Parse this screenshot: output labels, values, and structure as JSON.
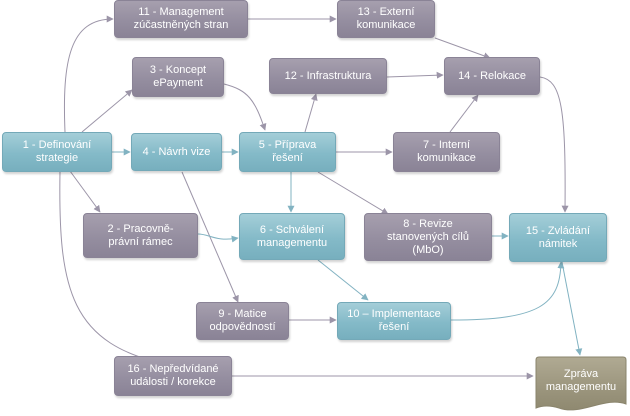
{
  "colors": {
    "gray_node": "#958ea0",
    "teal_node": "#84bac8",
    "output_node": "#9b957d",
    "gray_edge": "#9c95a8",
    "teal_edge": "#82b3c2"
  },
  "nodes": {
    "n1": {
      "label": "1 - Definování\nstrategie",
      "style": "teal"
    },
    "n2": {
      "label": "2 - Pracovně-\nprávní rámec",
      "style": "gray"
    },
    "n3": {
      "label": "3 - Koncept\nePayment",
      "style": "gray"
    },
    "n4": {
      "label": "4 - Návrh vize",
      "style": "teal"
    },
    "n5": {
      "label": "5 - Příprava\nřešení",
      "style": "teal"
    },
    "n6": {
      "label": "6 - Schválení\nmanagementu",
      "style": "teal"
    },
    "n7": {
      "label": "7 - Interní\nkomunikace",
      "style": "gray"
    },
    "n8": {
      "label": "8 - Revize\nstanovených cílů\n(MbO)",
      "style": "gray"
    },
    "n9": {
      "label": "9 - Matice\nodpovědností",
      "style": "gray"
    },
    "n10": {
      "label": "10 – Implementace\nřešení",
      "style": "teal"
    },
    "n11": {
      "label": "11 - Management\nzúčastněných stran",
      "style": "gray"
    },
    "n12": {
      "label": "12 - Infrastruktura",
      "style": "gray"
    },
    "n13": {
      "label": "13 - Externí\nkomunikace",
      "style": "gray"
    },
    "n14": {
      "label": "14 - Relokace",
      "style": "gray"
    },
    "n15": {
      "label": "15 - Zvládání\nnámitek",
      "style": "teal"
    },
    "n16": {
      "label": "16 - Nepředvídané\nudálosti / korekce",
      "style": "gray"
    },
    "out": {
      "label": "Zpráva\nmanagementu",
      "style": "olive"
    }
  },
  "edges": [
    {
      "from": "n1",
      "to": "n11"
    },
    {
      "from": "n1",
      "to": "n3"
    },
    {
      "from": "n1",
      "to": "n4"
    },
    {
      "from": "n1",
      "to": "n2"
    },
    {
      "from": "n1",
      "to": "n16"
    },
    {
      "from": "n3",
      "to": "n5"
    },
    {
      "from": "n4",
      "to": "n5"
    },
    {
      "from": "n4",
      "to": "n9"
    },
    {
      "from": "n2",
      "to": "n6"
    },
    {
      "from": "n5",
      "to": "n12"
    },
    {
      "from": "n5",
      "to": "n7"
    },
    {
      "from": "n5",
      "to": "n6"
    },
    {
      "from": "n5",
      "to": "n8"
    },
    {
      "from": "n6",
      "to": "n10"
    },
    {
      "from": "n9",
      "to": "n10"
    },
    {
      "from": "n11",
      "to": "n13"
    },
    {
      "from": "n13",
      "to": "n14"
    },
    {
      "from": "n12",
      "to": "n14"
    },
    {
      "from": "n7",
      "to": "n14"
    },
    {
      "from": "n14",
      "to": "n15"
    },
    {
      "from": "n8",
      "to": "n15"
    },
    {
      "from": "n10",
      "to": "n15"
    },
    {
      "from": "n15",
      "to": "out"
    },
    {
      "from": "n16",
      "to": "out"
    }
  ]
}
